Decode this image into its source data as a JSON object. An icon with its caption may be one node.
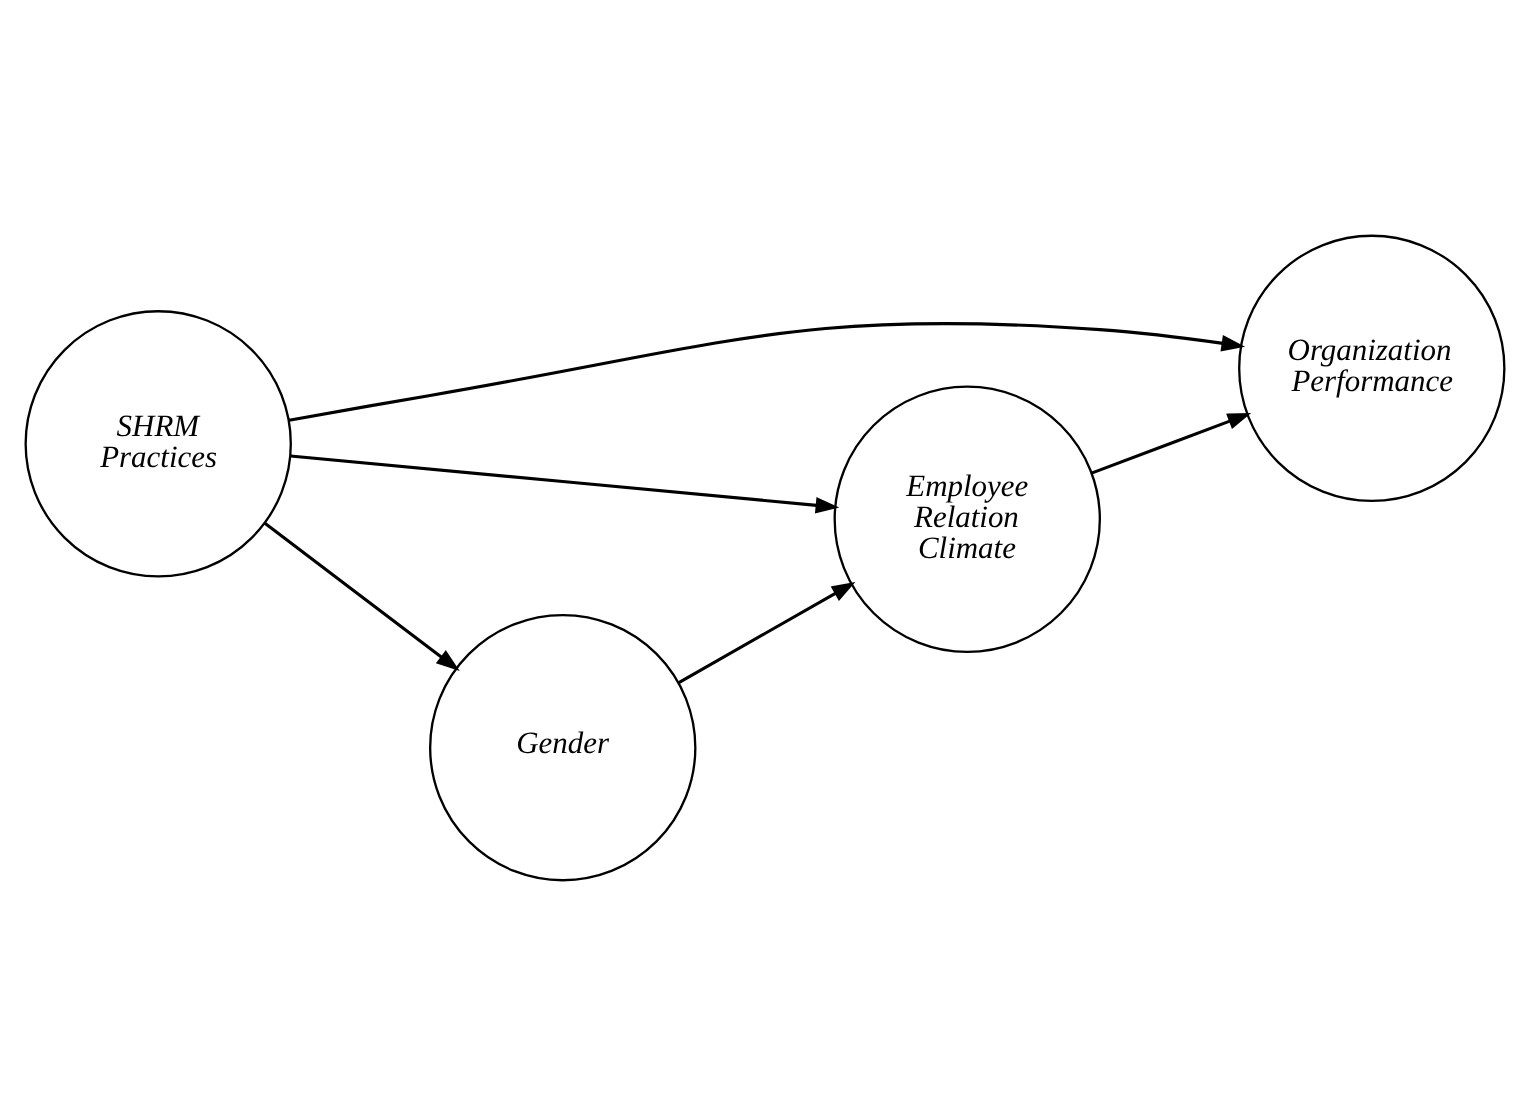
{
  "diagram": {
    "nodes": [
      {
        "text": [
          "SHRM Practices"
        ]
      },
      {
        "text": [
          "Organization Performance"
        ]
      },
      {
        "text": [
          "Employee Relation Climate"
        ]
      },
      {
        "text": [
          "Gender"
        ]
      }
    ],
    "edges": [
      {
        "from": 0,
        "to": 1,
        "arrow": "to"
      },
      {
        "from": 0,
        "to": 2,
        "arrow": "to"
      },
      {
        "from": 0,
        "to": 3,
        "arrow": "to"
      },
      {
        "from": 3,
        "to": 2,
        "arrow": "to"
      },
      {
        "from": 2,
        "to": 1,
        "arrow": "to"
      }
    ]
  }
}
